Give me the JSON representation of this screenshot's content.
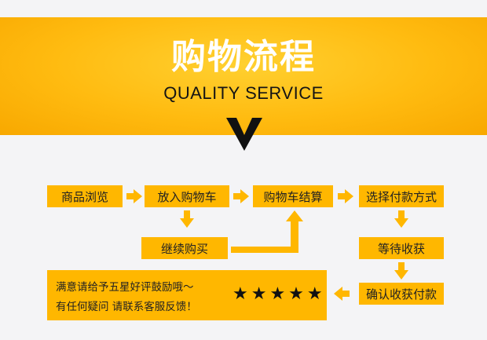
{
  "header": {
    "title": "购物流程",
    "subtitle": "QUALITY SERVICE"
  },
  "steps": {
    "browse": "商品浏览",
    "add_to_cart": "放入购物车",
    "checkout": "购物车结算",
    "payment": "选择付款方式",
    "continue": "继续购买",
    "wait": "等待收获",
    "confirm": "确认收获付款"
  },
  "feedback": {
    "line1": "满意请给予五星好评鼓励哦～",
    "line2": "有任何疑问 请联系客服反馈！",
    "stars": "★★★★★",
    "rating": 5
  },
  "colors": {
    "accent": "#ffb700",
    "banner": "#ffc21a",
    "text": "#222222"
  }
}
